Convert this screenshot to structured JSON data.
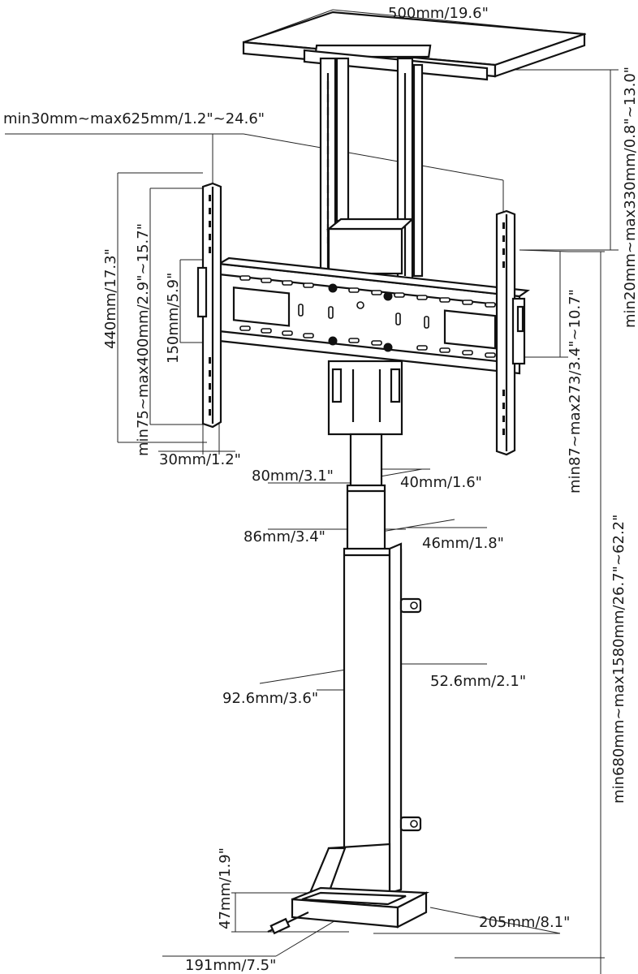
{
  "diagram": {
    "labels": {
      "top_width": "500mm/19.6\"",
      "top_height_range": "min20mm~max330mm/0.8\"~13.0\"",
      "mount_width_range": "min30mm~max625mm/1.2\"~24.6\"",
      "overall_height_range": "min680mm~max1580mm/26.7\"~62.2\"",
      "arm_height": "440mm/17.3\"",
      "vesa_vertical_range": "min75~max400mm/2.9\"~15.7\"",
      "plate_height": "150mm/5.9\"",
      "arm_offset_range": "min87~max273/3.4\"~10.7\"",
      "arm_width": "30mm/1.2\"",
      "tube1_depth": "80mm/3.1\"",
      "tube1_width": "40mm/1.6\"",
      "tube2_depth": "86mm/3.4\"",
      "tube2_width": "46mm/1.8\"",
      "tube3_depth": "92.6mm/3.6\"",
      "tube3_width": "52.6mm/2.1\"",
      "base_height": "47mm/1.9\"",
      "base_width": "205mm/8.1\"",
      "base_depth": "191mm/7.5\""
    }
  }
}
